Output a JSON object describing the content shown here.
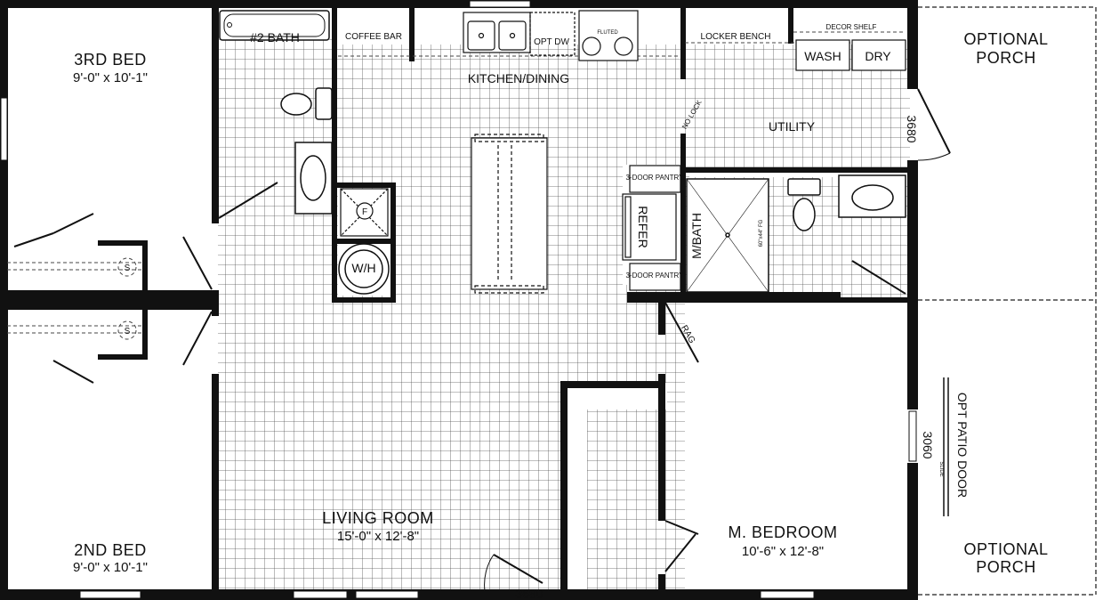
{
  "rooms": {
    "bed3": {
      "name": "3RD BED",
      "size": "9'-0\" x 10'-1\""
    },
    "bed2": {
      "name": "2ND BED",
      "size": "9'-0\" x 10'-1\""
    },
    "living": {
      "name": "LIVING ROOM",
      "size": "15'-0\" x 12'-8\""
    },
    "master": {
      "name": "M. BEDROOM",
      "size": "10'-6\" x 12'-8\""
    },
    "kitchen": {
      "name": "KITCHEN/DINING"
    },
    "utility": {
      "name": "UTILITY"
    },
    "bath2": {
      "name": "#2 BATH"
    },
    "mbath": {
      "name": "M/BATH"
    },
    "porch_top": {
      "line1": "OPTIONAL",
      "line2": "PORCH"
    },
    "porch_bottom": {
      "line1": "OPTIONAL",
      "line2": "PORCH"
    }
  },
  "fixtures": {
    "coffee_bar": "COFFEE BAR",
    "opt_dw": "OPT DW",
    "fluted": "FLUTED",
    "locker_bench": "LOCKER BENCH",
    "decor_shelf": "DECOR SHELF",
    "wash": "WASH",
    "dry": "DRY",
    "no_lock": "NO LOCK",
    "pantry_top": "3-DOOR PANTRY",
    "pantry_bottom": "3-DOOR PANTRY",
    "refer": "REFER",
    "fireplace": "F",
    "water_heater": "W/H",
    "shelf_top": "S",
    "shelf_bottom": "S",
    "rag": "RAG",
    "shower_size": "60\"x44\" FG",
    "patio_door": "OPT PATIO DOOR",
    "slide": "SLIDE"
  },
  "doors": {
    "utility": "3680",
    "front": "3680",
    "patio": "3060"
  },
  "colors": {
    "wall": "#111111",
    "tile": "#555555",
    "background": "#ffffff"
  }
}
